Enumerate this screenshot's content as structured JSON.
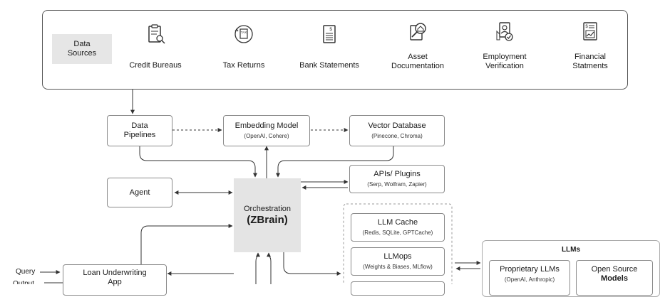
{
  "sources_panel": {
    "title_line1": "Data",
    "title_line2": "Sources",
    "items": [
      {
        "label_line1": "Credit Bureaus",
        "label_line2": "",
        "icon": "clipboard-icon"
      },
      {
        "label_line1": "Tax Returns",
        "label_line2": "",
        "icon": "tax-icon"
      },
      {
        "label_line1": "Bank Statements",
        "label_line2": "",
        "icon": "document-icon"
      },
      {
        "label_line1": "Asset",
        "label_line2": "Documentation",
        "icon": "asset-search-icon"
      },
      {
        "label_line1": "Employment",
        "label_line2": "Verification",
        "icon": "employment-icon"
      },
      {
        "label_line1": "Financial",
        "label_line2": "Statments",
        "icon": "financial-chart-icon"
      }
    ]
  },
  "nodes": {
    "data_pipelines": {
      "line1": "Data",
      "line2": "Pipelines"
    },
    "embedding_model": {
      "title": "Embedding Model",
      "subtitle": "(OpenAI, Cohere)"
    },
    "vector_database": {
      "title": "Vector Database",
      "subtitle": "(Pinecone, Chroma)"
    },
    "apis_plugins": {
      "title": "APIs/ Plugins",
      "subtitle": "(Serp, Wolfram, Zapier)"
    },
    "agent": {
      "title": "Agent"
    },
    "orchestration": {
      "title": "Orchestration",
      "subtitle": "(ZBrain)"
    },
    "llm_cache": {
      "title": "LLM Cache",
      "subtitle": "(Redis, SQLite, GPTCache)"
    },
    "llmops": {
      "title": "LLMops",
      "subtitle": "(Weights & Biases, MLflow)"
    },
    "loan_app": {
      "line1": "Loan Underwriting",
      "line2": "App"
    },
    "llms_panel": {
      "title": "LLMs"
    },
    "proprietary_llms": {
      "title": "Proprietary LLMs",
      "subtitle": "(OpenAI, Anthropic)"
    },
    "open_source_models": {
      "line1": "Open Source",
      "line2": "Models"
    }
  },
  "inputs": {
    "query": "Query",
    "output_partial": "Output"
  },
  "colors": {
    "border": "#8a8a8a",
    "panel_border": "#555555",
    "source_label_bg": "#e6e6e6",
    "orchestration_bg": "#e4e4e4",
    "arrow": "#333333"
  }
}
